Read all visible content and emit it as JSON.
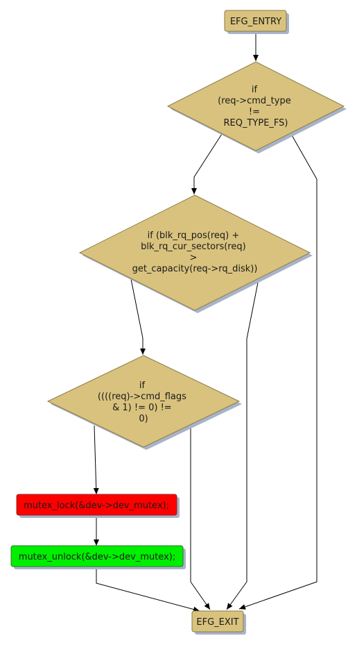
{
  "colors": {
    "node_fill": "#d9c27e",
    "node_stroke": "#8a7a46",
    "shadow": "#a9b3c7",
    "edge": "#000000",
    "lock_fill": "#ff0000",
    "unlock_fill": "#00ee00"
  },
  "nodes": {
    "entry": {
      "label": "EFG_ENTRY"
    },
    "cond_cmd_type": {
      "lines": [
        "if",
        "(req->cmd_type",
        "!=",
        "REQ_TYPE_FS)"
      ]
    },
    "cond_capacity": {
      "lines": [
        "if (blk_rq_pos(req) +",
        "blk_rq_cur_sectors(req)",
        ">",
        "get_capacity(req->rq_disk))"
      ]
    },
    "cond_cmd_flags": {
      "lines": [
        "if",
        "((((req)->cmd_flags",
        "& 1) != 0) !=",
        "0)"
      ]
    },
    "mutex_lock": {
      "label": "mutex_lock(&dev->dev_mutex);"
    },
    "mutex_unlock": {
      "label": "mutex_unlock(&dev->dev_mutex);"
    },
    "exit": {
      "label": "EFG_EXIT"
    }
  }
}
